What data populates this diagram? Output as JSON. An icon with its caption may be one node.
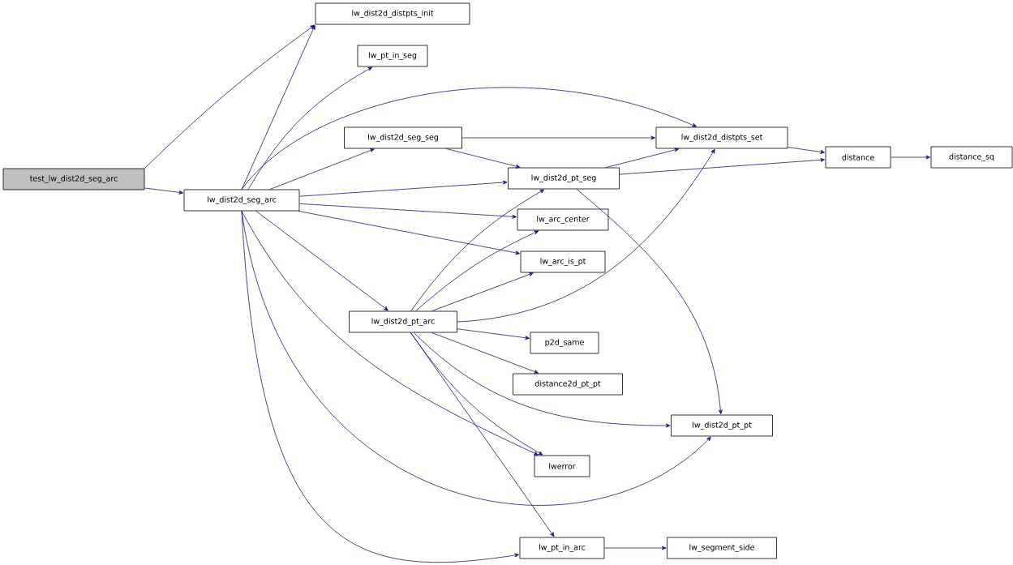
{
  "diagram": {
    "nodes": [
      {
        "text": [
          "test_lw_dist2d_seg_arc"
        ]
      },
      {
        "text": [
          "lw_dist2d_seg_arc"
        ]
      },
      {
        "text": [
          "lw_dist2d_distpts_init"
        ]
      },
      {
        "text": [
          "lw_pt_in_seg"
        ]
      },
      {
        "text": [
          "lw_dist2d_seg_seg"
        ]
      },
      {
        "text": [
          "lw_dist2d_distpts_set"
        ]
      },
      {
        "text": [
          "distance"
        ]
      },
      {
        "text": [
          "distance_sq"
        ]
      },
      {
        "text": [
          "lw_dist2d_pt_seg"
        ]
      },
      {
        "text": [
          "lw_arc_center"
        ]
      },
      {
        "text": [
          "lw_arc_is_pt"
        ]
      },
      {
        "text": [
          "lw_dist2d_pt_arc"
        ]
      },
      {
        "text": [
          "p2d_same"
        ]
      },
      {
        "text": [
          "distance2d_pt_pt"
        ]
      },
      {
        "text": [
          "lw_dist2d_pt_pt"
        ]
      },
      {
        "text": [
          "lwerror"
        ]
      },
      {
        "text": [
          "lw_pt_in_arc"
        ]
      },
      {
        "text": [
          "lw_segment_side"
        ]
      }
    ],
    "edges": [
      {
        "from": 0,
        "to": 1,
        "arrow": "to"
      },
      {
        "from": 0,
        "to": 2,
        "arrow": "to"
      },
      {
        "from": 1,
        "to": 2,
        "arrow": "to"
      },
      {
        "from": 1,
        "to": 3,
        "arrow": "to"
      },
      {
        "from": 1,
        "to": 5,
        "arrow": "to"
      },
      {
        "from": 1,
        "to": 4,
        "arrow": "to"
      },
      {
        "from": 1,
        "to": 8,
        "arrow": "to"
      },
      {
        "from": 1,
        "to": 9,
        "arrow": "to"
      },
      {
        "from": 1,
        "to": 10,
        "arrow": "to"
      },
      {
        "from": 1,
        "to": 11,
        "arrow": "to"
      },
      {
        "from": 1,
        "to": 15,
        "arrow": "to"
      },
      {
        "from": 1,
        "to": 14,
        "arrow": "to"
      },
      {
        "from": 1,
        "to": 16,
        "arrow": "to"
      },
      {
        "from": 4,
        "to": 5,
        "arrow": "to"
      },
      {
        "from": 4,
        "to": 8,
        "arrow": "to"
      },
      {
        "from": 8,
        "to": 5,
        "arrow": "to"
      },
      {
        "from": 8,
        "to": 6,
        "arrow": "to"
      },
      {
        "from": 8,
        "to": 14,
        "arrow": "to"
      },
      {
        "from": 5,
        "to": 6,
        "arrow": "to"
      },
      {
        "from": 6,
        "to": 7,
        "arrow": "to"
      },
      {
        "from": 11,
        "to": 8,
        "arrow": "to"
      },
      {
        "from": 11,
        "to": 9,
        "arrow": "to"
      },
      {
        "from": 11,
        "to": 10,
        "arrow": "to"
      },
      {
        "from": 11,
        "to": 5,
        "arrow": "to"
      },
      {
        "from": 11,
        "to": 12,
        "arrow": "to"
      },
      {
        "from": 11,
        "to": 13,
        "arrow": "to"
      },
      {
        "from": 11,
        "to": 14,
        "arrow": "to"
      },
      {
        "from": 11,
        "to": 15,
        "arrow": "to"
      },
      {
        "from": 11,
        "to": 16,
        "arrow": "to"
      },
      {
        "from": 16,
        "to": 17,
        "arrow": "to"
      }
    ]
  }
}
